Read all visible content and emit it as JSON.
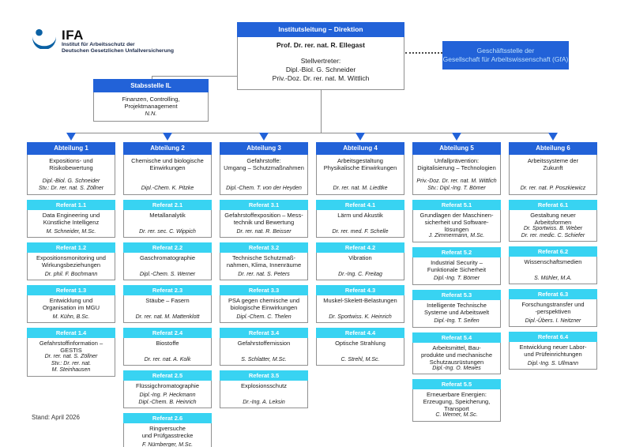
{
  "logo": {
    "brand": "IFA",
    "line1": "Institut für Arbeitsschutz der",
    "line2": "Deutschen Gesetzlichen Unfallversicherung"
  },
  "direktion": {
    "title": "Institutsleitung – Direktion",
    "head": "Prof. Dr. rer. nat. R. Ellegast",
    "deputy_label": "Stellvertreter:",
    "deputies": [
      "Dipl.-Biol. G. Schneider",
      "Priv.-Doz. Dr. rer. nat. M. Wittlich"
    ]
  },
  "gfa": {
    "line1": "Geschäftsstelle der",
    "line2": "Gesellschaft für Arbeitswissenschaft (GfA)"
  },
  "stabsstelle": {
    "title": "Stabsstelle IL",
    "lines": [
      "Finanzen, Controlling,",
      "Projektmanagement"
    ],
    "lead": "N.N."
  },
  "footer": {
    "stand": "Stand: April 2026"
  },
  "colors": {
    "header_blue": "#2262d8",
    "referat_cyan": "#38d3f2",
    "logo_blue": "#0b61a4"
  },
  "departments": [
    {
      "label": "Abteilung 1",
      "name_lines": [
        "Expositions- und",
        "Risikobewertung"
      ],
      "lead_lines": [
        "Dipl.-Biol. G. Schneider",
        "Stv.: Dr. rer. nat. S. Zöllner"
      ],
      "referate": [
        {
          "label": "Referat 1.1",
          "name_lines": [
            "Data Engineering und",
            "Künstliche Intelligenz"
          ],
          "lead_lines": [
            "M. Schneider, M.Sc."
          ]
        },
        {
          "label": "Referat 1.2",
          "name_lines": [
            "Expositionsmonitoring und",
            "Wirkungsbeziehungen"
          ],
          "lead_lines": [
            "Dr. phil. F. Bochmann"
          ]
        },
        {
          "label": "Referat 1.3",
          "name_lines": [
            "Entwicklung und",
            "Organisation im MGU"
          ],
          "lead_lines": [
            "M. Kühn, B.Sc."
          ]
        },
        {
          "label": "Referat 1.4",
          "name_lines": [
            "Gefahrstoffinformation –",
            "GESTIS"
          ],
          "lead_lines": [
            "Dr. rer. nat. S. Zöllner",
            "Stv.: Dr. rer. nat.",
            "M. Steinhausen"
          ]
        }
      ]
    },
    {
      "label": "Abteilung 2",
      "name_lines": [
        "Chemische und biologische",
        "Einwirkungen"
      ],
      "lead_lines": [
        "Dipl.-Chem. K. Pitzke"
      ],
      "referate": [
        {
          "label": "Referat 2.1",
          "name_lines": [
            "Metallanalytik"
          ],
          "lead_lines": [
            "Dr. rer. sec. C. Wippich"
          ]
        },
        {
          "label": "Referat 2.2",
          "name_lines": [
            "Gaschromatographie"
          ],
          "lead_lines": [
            "Dipl.-Chem. S. Werner"
          ]
        },
        {
          "label": "Referat 2.3",
          "name_lines": [
            "Stäube – Fasern"
          ],
          "lead_lines": [
            "Dr. rer. nat. M. Mattenklott"
          ]
        },
        {
          "label": "Referat 2.4",
          "name_lines": [
            "Biostoffe"
          ],
          "lead_lines": [
            "Dr. rer. nat. A. Kolk"
          ]
        },
        {
          "label": "Referat 2.5",
          "name_lines": [
            "Flüssigchromatographie"
          ],
          "lead_lines": [
            "Dipl.-Ing. P. Heckmann",
            "Dipl.-Chem. B. Heinrich"
          ]
        },
        {
          "label": "Referat 2.6",
          "name_lines": [
            "Ringversuche",
            "und Prüfgasstrecke"
          ],
          "lead_lines": [
            "F. Nürnberger, M.Sc."
          ]
        }
      ]
    },
    {
      "label": "Abteilung 3",
      "name_lines": [
        "Gefahrstoffe:",
        "Umgang – Schutzmaßnahmen"
      ],
      "lead_lines": [
        "Dipl.-Chem. T. von der Heyden"
      ],
      "referate": [
        {
          "label": "Referat 3.1",
          "name_lines": [
            "Gefahrstoffexposition – Mess-",
            "technik und Bewertung"
          ],
          "lead_lines": [
            "Dr. rer. nat. R. Beisser"
          ]
        },
        {
          "label": "Referat 3.2",
          "name_lines": [
            "Technische Schutzmaß-",
            "nahmen, Klima, Innenräume"
          ],
          "lead_lines": [
            "Dr. rer. nat. S. Peters"
          ]
        },
        {
          "label": "Referat 3.3",
          "name_lines": [
            "PSA gegen chemische und",
            "biologische Einwirkungen"
          ],
          "lead_lines": [
            "Dipl.-Chem. C. Thelen"
          ]
        },
        {
          "label": "Referat 3.4",
          "name_lines": [
            "Gefahrstoffemission"
          ],
          "lead_lines": [
            "S. Schlatter, M.Sc."
          ]
        },
        {
          "label": "Referat 3.5",
          "name_lines": [
            "Explosionsschutz"
          ],
          "lead_lines": [
            "Dr.-Ing. A. Leksin"
          ]
        }
      ]
    },
    {
      "label": "Abteilung 4",
      "name_lines": [
        "Arbeitsgestaltung",
        "Physikalische Einwirkungen"
      ],
      "lead_lines": [
        "Dr. rer. nat. M. Liedtke"
      ],
      "referate": [
        {
          "label": "Referat 4.1",
          "name_lines": [
            "Lärm und Akustik"
          ],
          "lead_lines": [
            "Dr. rer. med. F. Schelle"
          ]
        },
        {
          "label": "Referat 4.2",
          "name_lines": [
            "Vibration"
          ],
          "lead_lines": [
            "Dr.-Ing. C. Freitag"
          ]
        },
        {
          "label": "Referat 4.3",
          "name_lines": [
            "Muskel-Skelett-Belastungen"
          ],
          "lead_lines": [
            "Dr. Sportwiss. K. Heinrich"
          ]
        },
        {
          "label": "Referat 4.4",
          "name_lines": [
            "Optische Strahlung"
          ],
          "lead_lines": [
            "C. Strehl, M.Sc."
          ]
        }
      ]
    },
    {
      "label": "Abteilung 5",
      "name_lines": [
        "Unfallprävention:",
        "Digitalisierung – Technologien"
      ],
      "lead_lines": [
        "Priv.-Doz. Dr. rer. nat. M. Wittlich",
        "Stv.: Dipl.-Ing. T. Bömer"
      ],
      "referate": [
        {
          "label": "Referat 5.1",
          "name_lines": [
            "Grundlagen der Maschinen-",
            "sicherheit und Software-",
            "lösungen"
          ],
          "lead_lines": [
            "J. Zimmermann, M.Sc."
          ]
        },
        {
          "label": "Referat 5.2",
          "name_lines": [
            "Industrial Security –",
            "Funktionale Sicherheit"
          ],
          "lead_lines": [
            "Dipl.-Ing. T. Bömer"
          ]
        },
        {
          "label": "Referat 5.3",
          "name_lines": [
            "Intelligente Technische",
            "Systeme und Arbeitswelt"
          ],
          "lead_lines": [
            "Dipl.-Ing. T. Seifen"
          ]
        },
        {
          "label": "Referat 5.4",
          "name_lines": [
            "Arbeitsmittel, Bau-",
            "produkte und mechanische",
            "Schutzausrüstungen"
          ],
          "lead_lines": [
            "Dipl.-Ing. O. Mewes"
          ]
        },
        {
          "label": "Referat 5.5",
          "name_lines": [
            "Erneuerbare Energien:",
            "Erzeugung, Speicherung,",
            "Transport"
          ],
          "lead_lines": [
            "C. Werner, M.Sc."
          ]
        }
      ]
    },
    {
      "label": "Abteilung 6",
      "name_lines": [
        "Arbeitssysteme der",
        "Zukunft"
      ],
      "lead_lines": [
        "Dr. rer. nat. P. Poszkiewicz"
      ],
      "referate": [
        {
          "label": "Referat 6.1",
          "name_lines": [
            "Gestaltung neuer",
            "Arbeitsformen"
          ],
          "lead_lines": [
            "Dr. Sportwiss. B. Weber",
            "Dr. rer. medic. C. Schiefer"
          ]
        },
        {
          "label": "Referat 6.2",
          "name_lines": [
            "Wissenschaftsmedien"
          ],
          "lead_lines": [
            "S. Mühler, M.A."
          ]
        },
        {
          "label": "Referat 6.3",
          "name_lines": [
            "Forschungstransfer und",
            "-perspektiven"
          ],
          "lead_lines": [
            "Dipl.-Übers. I. Neitzner"
          ]
        },
        {
          "label": "Referat 6.4",
          "name_lines": [
            "Entwicklung neuer Labor-",
            "und Prüfeinrichtungen"
          ],
          "lead_lines": [
            "Dipl.-Ing. S. Ullmann"
          ]
        }
      ]
    }
  ]
}
